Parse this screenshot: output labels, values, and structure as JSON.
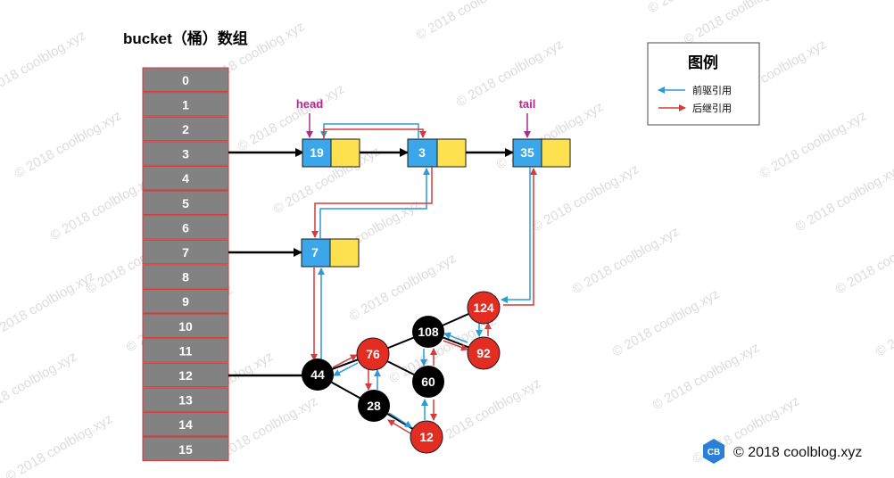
{
  "bucket": {
    "title": "bucket（桶）数组",
    "indices": [
      "0",
      "1",
      "2",
      "3",
      "4",
      "5",
      "6",
      "7",
      "8",
      "9",
      "10",
      "11",
      "12",
      "13",
      "14",
      "15"
    ]
  },
  "list": {
    "nodes": {
      "n19": "19",
      "n3": "3",
      "n35": "35",
      "n7": "7"
    },
    "head_label": "head",
    "tail_label": "tail"
  },
  "tree": {
    "nodes": {
      "t44": "44",
      "t76": "76",
      "t108": "108",
      "t124": "124",
      "t92": "92",
      "t60": "60",
      "t28": "28",
      "t12": "12"
    }
  },
  "legend": {
    "title": "图例",
    "prev_label": "前驱引用",
    "next_label": "后继引用"
  },
  "watermark": {
    "text": "© 2018 coolblog.xyz",
    "badge": "CB"
  },
  "colors": {
    "bucket_fill": "#828282",
    "bucket_border": "#d63a3a",
    "node_key_fill": "#3ba7ea",
    "node_next_fill": "#fde14e",
    "red_node": "#e32d22",
    "black_node": "#000000",
    "prev_arrow": "#2c9ad9",
    "next_arrow": "#d63a3a",
    "label_magenta": "#b3298a"
  }
}
